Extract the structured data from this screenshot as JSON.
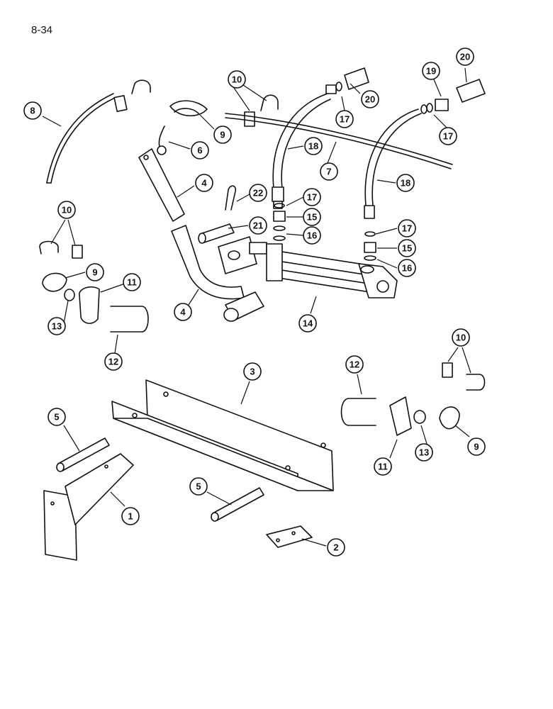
{
  "page": {
    "number": "8-34"
  },
  "callouts": [
    {
      "id": "c8",
      "label": "8"
    },
    {
      "id": "c10a",
      "label": "10"
    },
    {
      "id": "c20a",
      "label": "20"
    },
    {
      "id": "c19",
      "label": "19"
    },
    {
      "id": "c20b",
      "label": "20"
    },
    {
      "id": "c9a",
      "label": "9"
    },
    {
      "id": "c6",
      "label": "6"
    },
    {
      "id": "c17a",
      "label": "17"
    },
    {
      "id": "c17b",
      "label": "17"
    },
    {
      "id": "c18a",
      "label": "18"
    },
    {
      "id": "c7",
      "label": "7"
    },
    {
      "id": "c4a",
      "label": "4"
    },
    {
      "id": "c22",
      "label": "22"
    },
    {
      "id": "c17c",
      "label": "17"
    },
    {
      "id": "c18b",
      "label": "18"
    },
    {
      "id": "c10b",
      "label": "10"
    },
    {
      "id": "c15a",
      "label": "15"
    },
    {
      "id": "c21",
      "label": "21"
    },
    {
      "id": "c16a",
      "label": "16"
    },
    {
      "id": "c17d",
      "label": "17"
    },
    {
      "id": "c15b",
      "label": "15"
    },
    {
      "id": "c16b",
      "label": "16"
    },
    {
      "id": "c9b",
      "label": "9"
    },
    {
      "id": "c11a",
      "label": "11"
    },
    {
      "id": "c4b",
      "label": "4"
    },
    {
      "id": "c13a",
      "label": "13"
    },
    {
      "id": "c14",
      "label": "14"
    },
    {
      "id": "c12a",
      "label": "12"
    },
    {
      "id": "c10c",
      "label": "10"
    },
    {
      "id": "c3",
      "label": "3"
    },
    {
      "id": "c12b",
      "label": "12"
    },
    {
      "id": "c5a",
      "label": "5"
    },
    {
      "id": "c11b",
      "label": "11"
    },
    {
      "id": "c13b",
      "label": "13"
    },
    {
      "id": "c9c",
      "label": "9"
    },
    {
      "id": "c5b",
      "label": "5"
    },
    {
      "id": "c1",
      "label": "1"
    },
    {
      "id": "c2",
      "label": "2"
    }
  ]
}
